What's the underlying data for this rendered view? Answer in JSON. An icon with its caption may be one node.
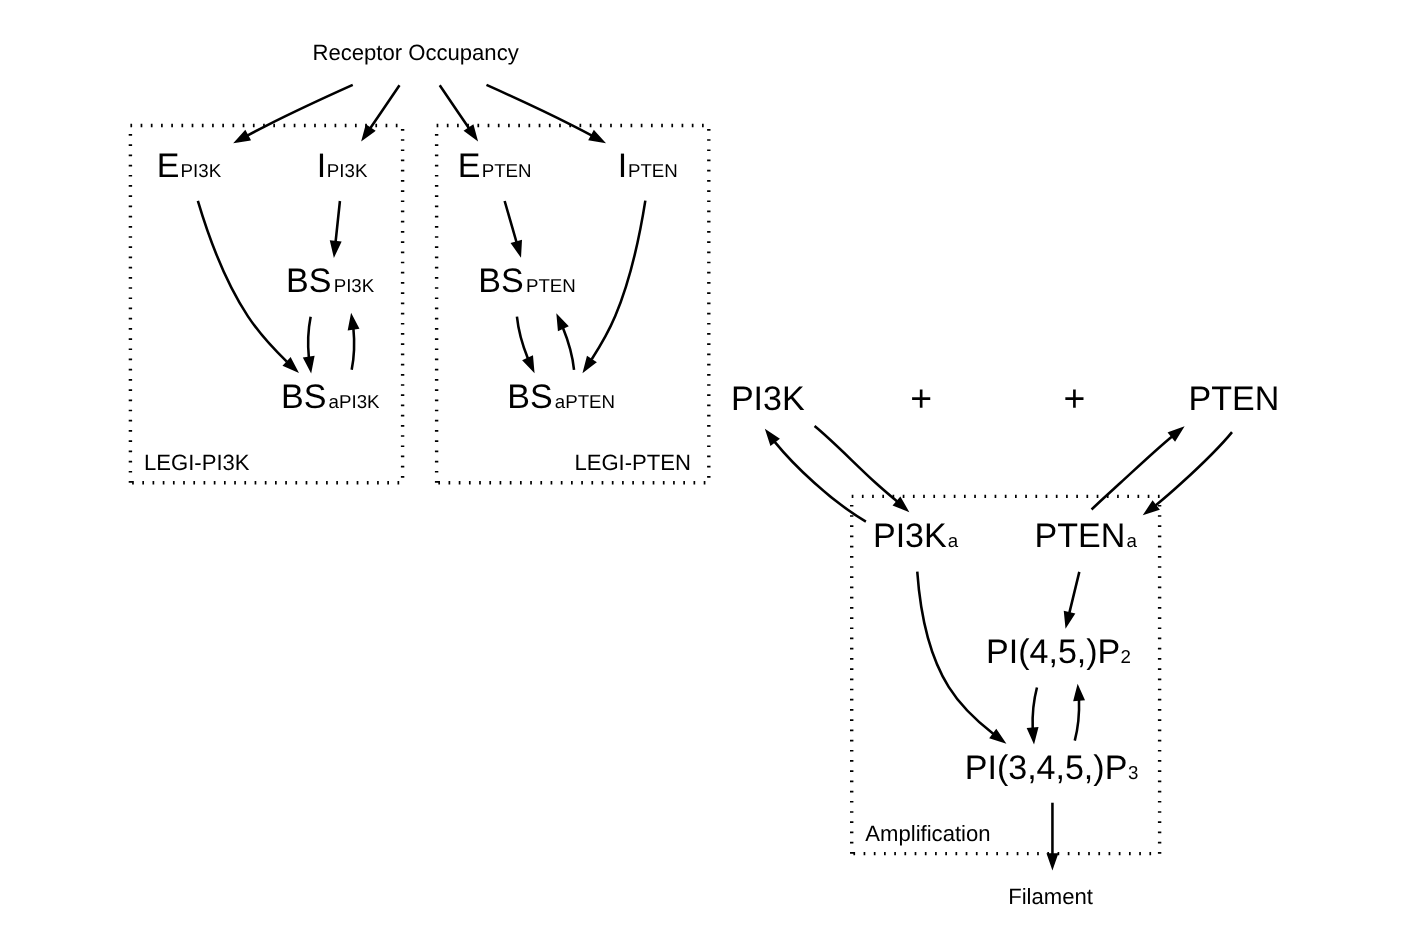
{
  "diagram": {
    "nodes": [
      {
        "text": [
          "Receptor Occupancy"
        ]
      },
      {
        "text": [
          "LEGI-PI3K"
        ]
      },
      {
        "text": [
          "E$_{PI3K}$"
        ],
        "in": 1
      },
      {
        "text": [
          "I$_{PI3K}$"
        ],
        "in": 1
      },
      {
        "text": [
          "BS$_{PI3K}$"
        ],
        "in": 1
      },
      {
        "text": [
          "BS$_{aPI3K}$"
        ],
        "in": 1
      },
      {
        "text": [
          "LEGI-PTEN"
        ]
      },
      {
        "text": [
          "E$_{PTEN}$"
        ],
        "in": 6
      },
      {
        "text": [
          "I$_{PTEN}$"
        ],
        "in": 6
      },
      {
        "text": [
          "BS$_{PTEN}$"
        ],
        "in": 6
      },
      {
        "text": [
          "BS$_{aPTEN}$"
        ],
        "in": 6
      },
      {
        "text": [
          "PI3K"
        ]
      },
      {
        "text": [
          "PTEN"
        ]
      },
      {
        "text": [
          "Amplification"
        ]
      },
      {
        "text": [
          "PI3K$_{a}$"
        ],
        "in": 13
      },
      {
        "text": [
          "PI(4,5,)P$_{2}$"
        ],
        "in": 13
      },
      {
        "text": [
          "PI(3,4,5,)P$_{3}$"
        ],
        "in": 13
      },
      {
        "text": [
          "PTEN$_{a}$"
        ],
        "in": 13
      },
      {
        "text": [
          "Filament"
        ]
      }
    ],
    "edges": [
      {
        "from": 0,
        "to": 2,
        "arrow": "to"
      },
      {
        "from": 0,
        "to": 3,
        "arrow": "to"
      },
      {
        "from": 0,
        "to": 7,
        "arrow": "to"
      },
      {
        "from": 0,
        "to": 8,
        "arrow": "to"
      },
      {
        "from": 4,
        "to": 5,
        "arrow": "to"
      },
      {
        "from": 5,
        "to": 4,
        "arrow": "to"
      },
      {
        "from": 2,
        "to": 5,
        "arrow": "to"
      },
      {
        "from": 3,
        "to": 4,
        "arrow": "to"
      },
      {
        "from": 10,
        "to": 9,
        "arrow": "to"
      },
      {
        "from": 9,
        "to": 10,
        "arrow": "to"
      },
      {
        "from": 7,
        "to": 9,
        "arrow": "to"
      },
      {
        "from": 8,
        "to": 10,
        "arrow": "to"
      },
      {
        "from": 14,
        "to": 11,
        "arrow": "to"
      },
      {
        "from": 11,
        "to": 14,
        "arrow": "to"
      },
      {
        "from": 12,
        "to": 17,
        "arrow": "to"
      },
      {
        "from": 17,
        "to": 12,
        "arrow": "to"
      },
      {
        "from": 15,
        "to": 16,
        "arrow": "to"
      },
      {
        "from": 16,
        "to": 15,
        "arrow": "to"
      },
      {
        "from": 14,
        "to": 16,
        "arrow": "to"
      },
      {
        "from": 17,
        "to": 15,
        "arrow": "to"
      },
      {
        "from": 16,
        "to": 18,
        "arrow": "to"
      }
    ],
    "labels": [
      "+",
      "+"
    ]
  }
}
